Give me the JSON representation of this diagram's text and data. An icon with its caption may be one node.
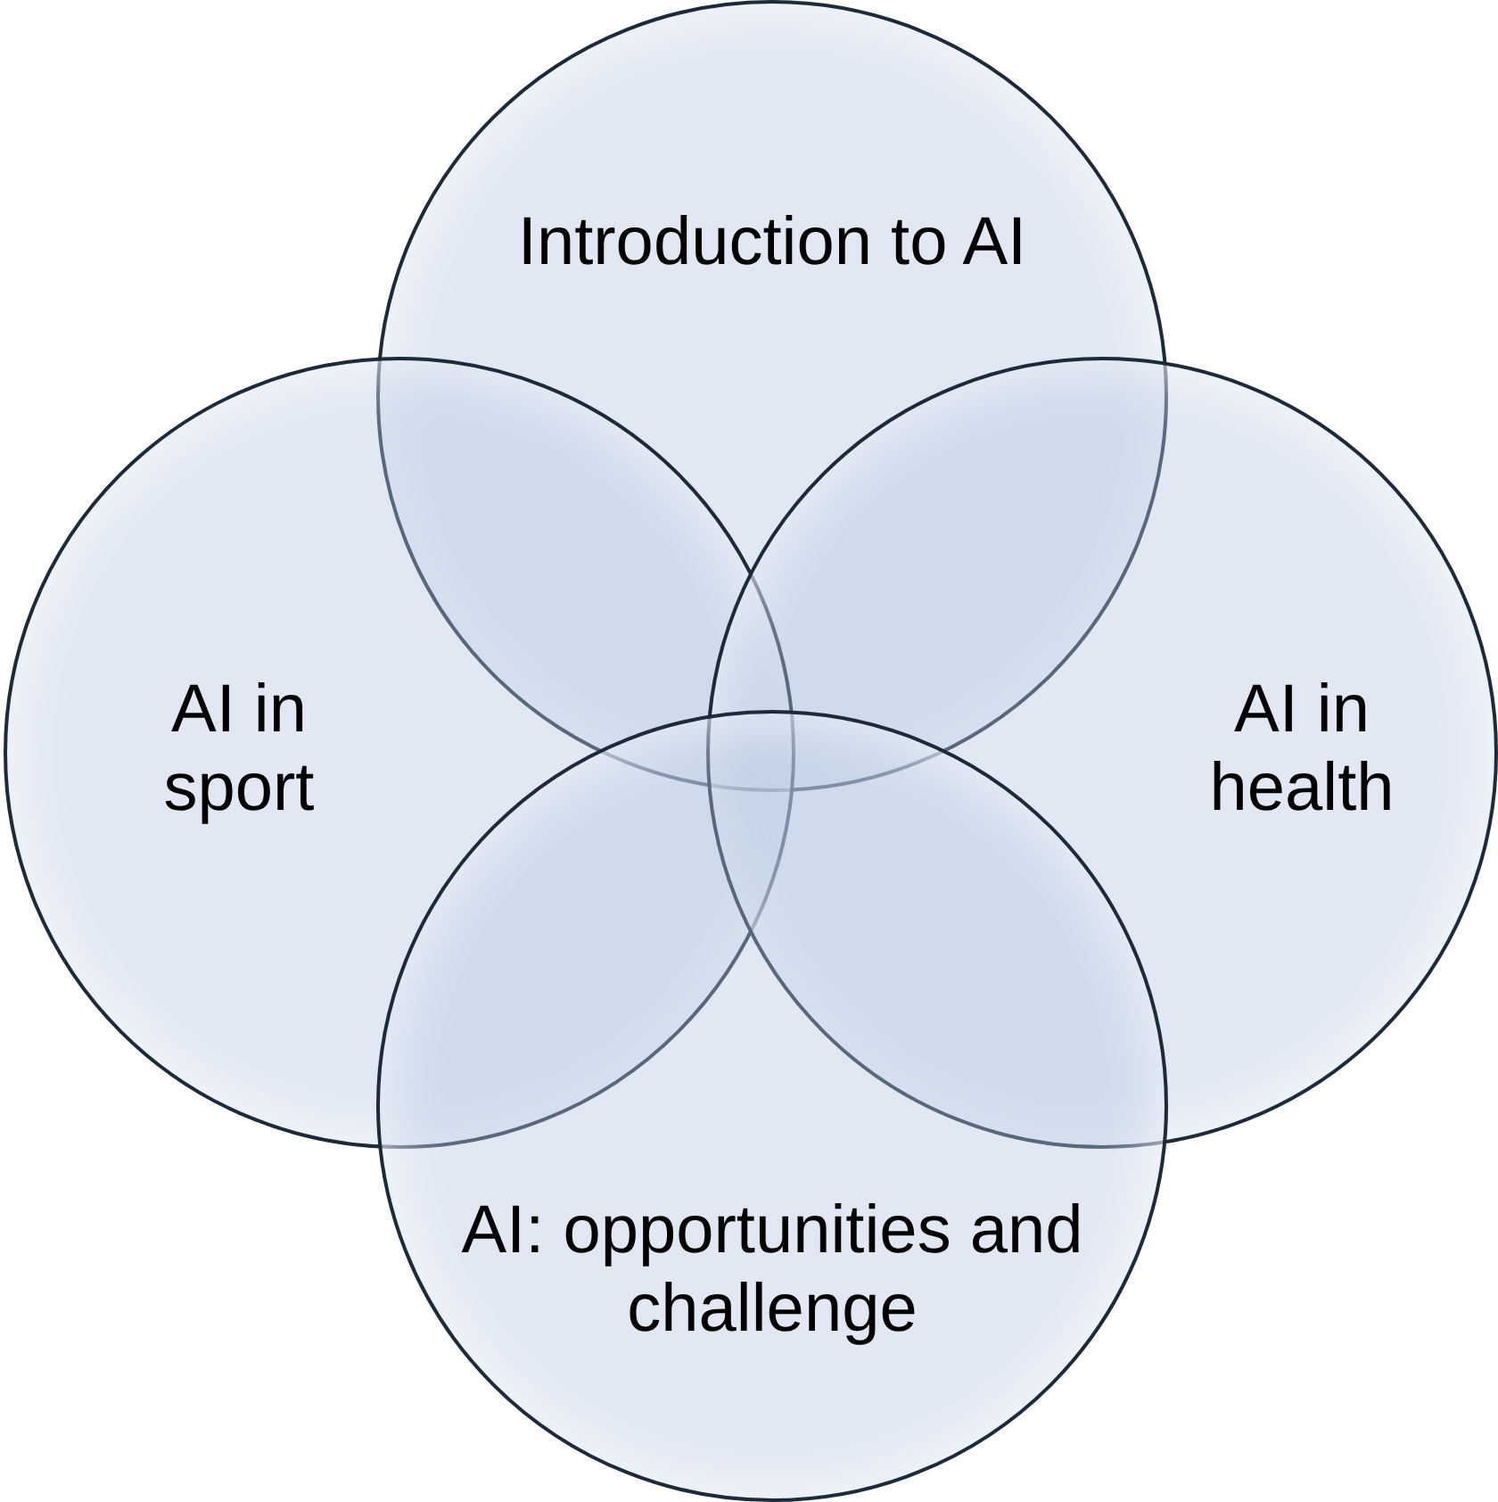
{
  "diagram": {
    "nodes": [
      {
        "text": [
          "Introduction to AI"
        ]
      },
      {
        "text": [
          "AI in sport"
        ]
      },
      {
        "text": [
          "AI in health"
        ]
      },
      {
        "text": [
          "AI: opportunities and challenge"
        ]
      }
    ]
  }
}
